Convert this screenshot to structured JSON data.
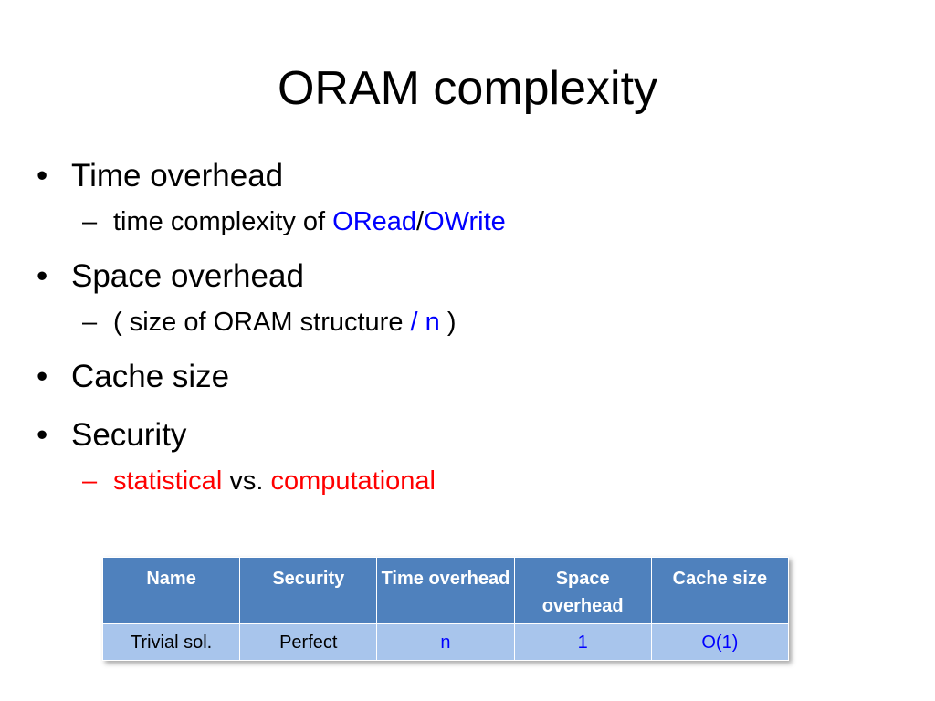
{
  "slide": {
    "title": "ORAM complexity",
    "bullets": [
      {
        "text": "Time overhead",
        "sub": {
          "prefix": "time complexity of ",
          "link1": "ORead",
          "sep": "/",
          "link2": "OWrite"
        }
      },
      {
        "text": "Space overhead",
        "sub": {
          "prefix": "( size of ORAM structure ",
          "highlight": "/ n",
          "suffix": " )"
        }
      },
      {
        "text": "Cache size"
      },
      {
        "text": "Security",
        "sub": {
          "word1": "statistical",
          "middle": " vs. ",
          "word2": "computational"
        }
      }
    ],
    "bullet_glyph": "•",
    "dash_glyph": "–"
  },
  "table": {
    "headers": [
      "Name",
      "Security",
      "Time overhead",
      "Space overhead",
      "Cache size"
    ],
    "rows": [
      [
        "Trivial sol.",
        "Perfect",
        "n",
        "1",
        "O(1)"
      ]
    ]
  },
  "colors": {
    "header_bg": "#4f81bd",
    "row_bg": "#a8c5ec",
    "highlight_blue": "#0000ff",
    "highlight_red": "#ff0000"
  }
}
